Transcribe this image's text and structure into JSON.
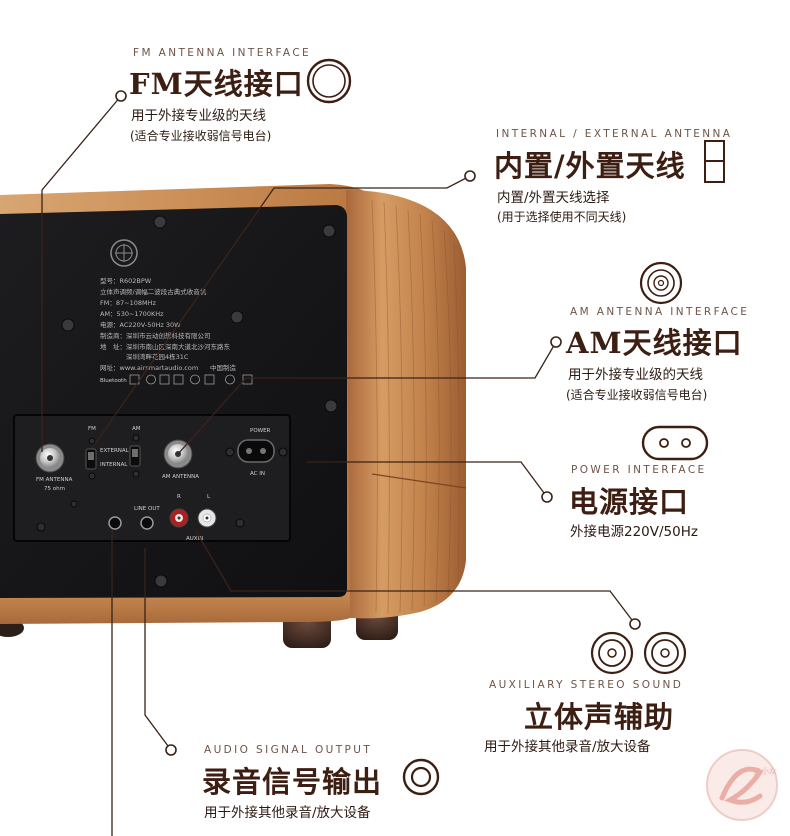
{
  "radio_back_panel": {
    "model_line": "型号：R602BPW",
    "name_line": "立体声调频/调幅二波段古典式收音机",
    "fm_line": "FM：87~108MHz",
    "am_line": "AM：530~1700KHz",
    "power_line": "电源：AC220V-50Hz 30W",
    "maker_line": "制造商：深圳市云动创想科技有限公司",
    "address_line": "地　址：深圳市南山区深南大道北沙河东路东",
    "address_line2": "深圳湾畔花园4栋31C",
    "web_line": "网址：www.airsmartaudio.com",
    "made_in": "中国制造",
    "bluetooth_mark": "Bluetooth",
    "port_labels": {
      "fm": "FM",
      "am": "AM",
      "external": "EXTERNAL",
      "internal": "INTERNAL",
      "fm_antenna": "FM ANTENNA",
      "ohm": "75 ohm",
      "am_antenna": "AM ANTENNA",
      "power": "POWER",
      "ac_in": "AC IN",
      "line_out": "LINE OUT",
      "r": "R",
      "l": "L",
      "aux_in": "AUXIN"
    }
  },
  "callouts": {
    "fm": {
      "subtitle": "FM ANTENNA INTERFACE",
      "title": "FM天线接口",
      "line1": "用于外接专业级的天线",
      "line2": "(适合专业接收弱信号电台)"
    },
    "antenna_switch": {
      "subtitle": "INTERNAL / EXTERNAL ANTENNA",
      "title": "内置/外置天线",
      "line1": "内置/外置天线选择",
      "line2": "(用于选择使用不同天线)"
    },
    "am": {
      "subtitle": "AM ANTENNA INTERFACE",
      "title": "AM天线接口",
      "line1": "用于外接专业级的天线",
      "line2": "(适合专业接收弱信号电台)"
    },
    "power": {
      "subtitle": "POWER INTERFACE",
      "title": "电源接口",
      "line1": "外接电源220V/50Hz"
    },
    "aux": {
      "subtitle": "AUXILIARY STEREO SOUND",
      "title": "立体声辅助",
      "line1": "用于外接其他录音/放大设备"
    },
    "audio_out": {
      "subtitle": "AUDIO SIGNAL OUTPUT",
      "title": "录音信号输出",
      "line1": "用于外接其他录音/放大设备"
    }
  },
  "watermark": {
    "text": "麦小众"
  },
  "colors": {
    "wood": "#c98a52",
    "panel": "#151517",
    "title_text": "#3c1e12",
    "leader_line": "#3a2318"
  }
}
